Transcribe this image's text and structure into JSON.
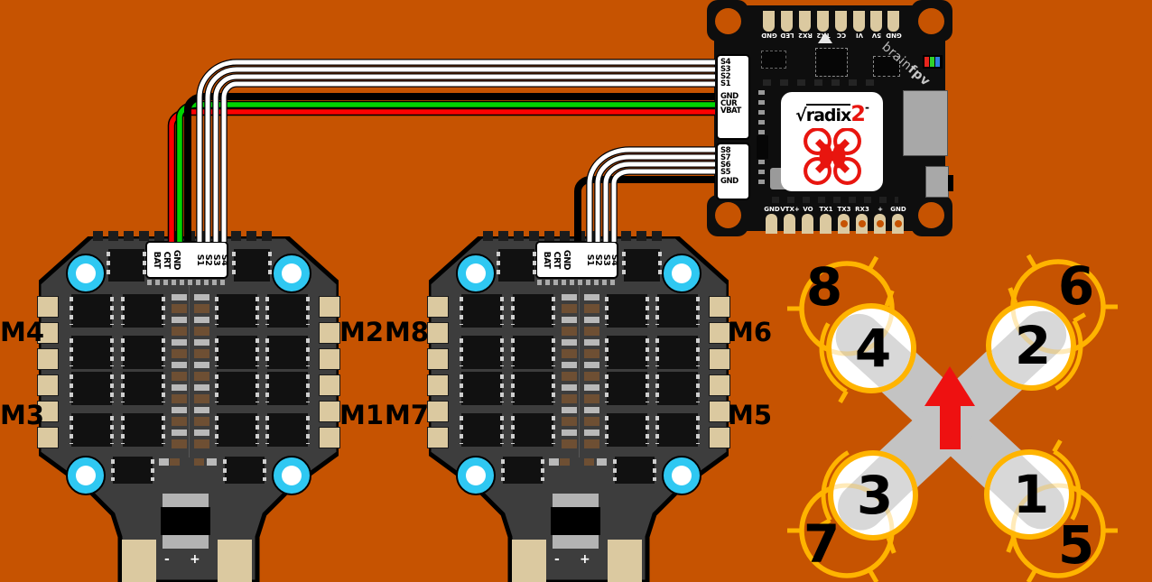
{
  "colors": {
    "background": "#c65301",
    "wire_vbat": "#ff0000",
    "wire_current": "#00d400",
    "wire_ground": "#000000",
    "wire_signal": "#ffffff",
    "esc_board": "#3d3d3d",
    "fc_board": "#0e0e0e",
    "solder_pad": "#dbc9a0",
    "mount_hole_cyan": "#2fc8f2",
    "prop_ring_yellow": "#ffb400",
    "frame_arm_gray": "#c3c3c3",
    "arrow_red": "#ee1111",
    "logo_red": "#e8150f"
  },
  "fc": {
    "brand_light": "brain",
    "brand_bold": "fpv",
    "logo_sqrt": "√",
    "logo_text": "radix",
    "logo_number": "2",
    "logo_sup": "-",
    "top_pads": [
      "GND",
      "LED",
      "RX2",
      "TX2",
      "CC",
      "VI",
      "5V",
      "GND"
    ],
    "bottom_pads": [
      "GND",
      "VTX+",
      "VO",
      "TX1",
      "TX3",
      "RX3",
      "+",
      "GND"
    ],
    "esc1_connector": {
      "signals": [
        "S4",
        "S3",
        "S2",
        "S1"
      ],
      "power": [
        "GND",
        "CUR",
        "VBAT"
      ]
    },
    "esc2_connector": {
      "signals": [
        "S8",
        "S7",
        "S6",
        "S5"
      ],
      "power": [
        "GND"
      ]
    }
  },
  "escs": [
    {
      "id": "esc1",
      "connector_labels": [
        "BAT",
        "CRT",
        "GND",
        "S1",
        "S2",
        "S3",
        "S4"
      ],
      "motor_labels_left": [
        "M4",
        "M3"
      ],
      "motor_labels_right": [
        "M2",
        "M1"
      ],
      "battery_markings": [
        "-",
        "+"
      ]
    },
    {
      "id": "esc2",
      "connector_labels": [
        "BAT",
        "CRT",
        "GND",
        "S1",
        "S2",
        "S3",
        "S4"
      ],
      "motor_labels_left": [
        "M8",
        "M7"
      ],
      "motor_labels_right": [
        "M6",
        "M5"
      ],
      "battery_markings": [
        "-",
        "+"
      ]
    }
  ],
  "motor_diagram": {
    "top_motors": [
      "4",
      "2",
      "3",
      "1"
    ],
    "bottom_motors": [
      "8",
      "6",
      "7",
      "5"
    ]
  }
}
